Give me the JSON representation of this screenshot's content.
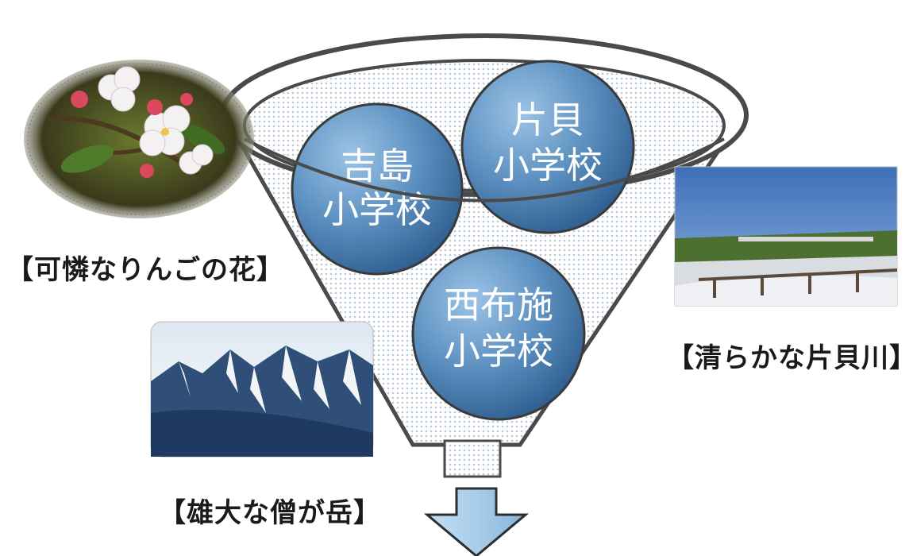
{
  "schools": [
    {
      "line1": "吉島",
      "line2": "小学校"
    },
    {
      "line1": "片貝",
      "line2": "小学校"
    },
    {
      "line1": "西布施",
      "line2": "小学校"
    }
  ],
  "photos": [
    {
      "caption": "【可憐なりんごの花】",
      "subject": "apple-blossom"
    },
    {
      "caption": "【清らかな片貝川】",
      "subject": "river"
    },
    {
      "caption": "【雄大な僧が岳】",
      "subject": "mountain"
    }
  ],
  "colors": {
    "bubble": "#5b8fbf",
    "funnel_stroke": "#4a4a4a",
    "arrow": "#a9cdea",
    "sky": "#4a78c0"
  }
}
